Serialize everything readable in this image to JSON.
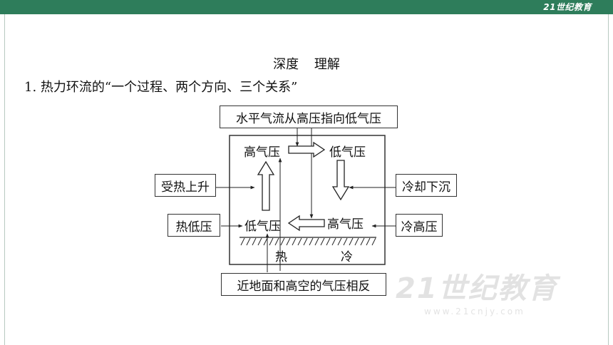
{
  "header": {
    "logo_text": "21世纪教育"
  },
  "section": {
    "heading_left": "深度",
    "heading_right": "理解"
  },
  "point": {
    "text": "1. 热力环流的“一个过程、两个方向、三个关系”"
  },
  "diagram": {
    "top_label": "水平气流从高压指向低气压",
    "high_left": "高气压",
    "low_right": "低气压",
    "low_left": "低气压",
    "high_right": "高气压",
    "hot": "热",
    "cold": "冷",
    "rise_label": "受热上升",
    "sink_label": "冷却下沉",
    "hot_low_label": "热低压",
    "cold_high_label": "冷高压",
    "bottom_label": "近地面和高空的气压相反"
  },
  "watermark": {
    "text": "21世纪教育",
    "url_text": "www.21cnjy.com"
  }
}
